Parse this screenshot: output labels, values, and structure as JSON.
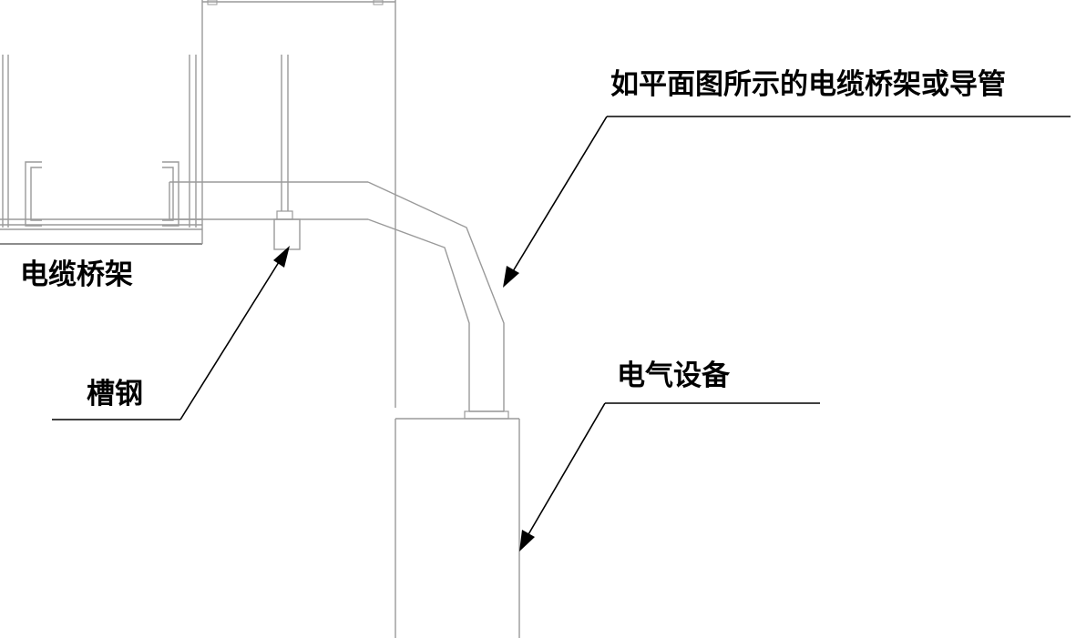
{
  "labels": {
    "tray": "电缆桥架",
    "channel_steel": "槽钢",
    "conduit_note": "如平面图所示的电缆桥架或导管",
    "equipment": "电气设备"
  },
  "colors": {
    "line": "#9a9a9a",
    "leader": "#000000",
    "background": "#ffffff"
  }
}
